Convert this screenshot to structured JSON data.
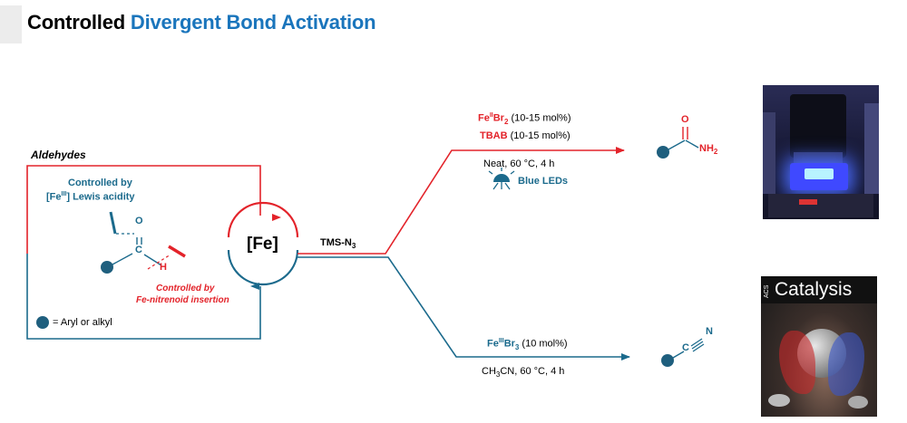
{
  "header": {
    "title_plain": "Controlled",
    "title_accent": "Divergent Bond Activation"
  },
  "left_panel": {
    "section_label": "Aldehydes",
    "lewis_line1": "Controlled by",
    "lewis_line2_pre": "[Fe",
    "lewis_line2_sup": "III",
    "lewis_line2_post": "] Lewis acidity",
    "nitrenoid_line1": "Controlled by",
    "nitrenoid_line2": "Fe-nitrenoid insertion",
    "legend_text": "= Aryl or alkyl",
    "atom_o": "O",
    "atom_c": "C",
    "atom_h": "H"
  },
  "center": {
    "catalyst": "[Fe]",
    "reagent_main": "TMS-N",
    "reagent_sub": "3"
  },
  "upper_path": {
    "cat_fe": "Fe",
    "cat_sup": "II",
    "cat_br": "Br",
    "cat_sub": "2",
    "cat_loading": " (10-15 mol%)",
    "additive": "TBAB",
    "additive_loading": " (10-15 mol%)",
    "conditions": "Neat, 60 °C,  4 h",
    "light": "Blue LEDs",
    "product_o": "O",
    "product_nh": "NH",
    "product_sub": "2"
  },
  "lower_path": {
    "cat_fe": "Fe",
    "cat_sup": "III",
    "cat_br": "Br",
    "cat_sub": "3",
    "cat_loading": " (10 mol%)",
    "solvent_pre": "CH",
    "solvent_sub": "3",
    "solvent_post": "CN, 60 °C, 4 h",
    "product_c": "C",
    "product_n": "N"
  },
  "photos": {
    "cover_word": "Catalysis",
    "cover_acs": "ACS"
  },
  "colors": {
    "accent_blue": "#1a75bc",
    "red": "#e3232a",
    "teal": "#1b6a8c",
    "dot": "#1f5f7e"
  }
}
